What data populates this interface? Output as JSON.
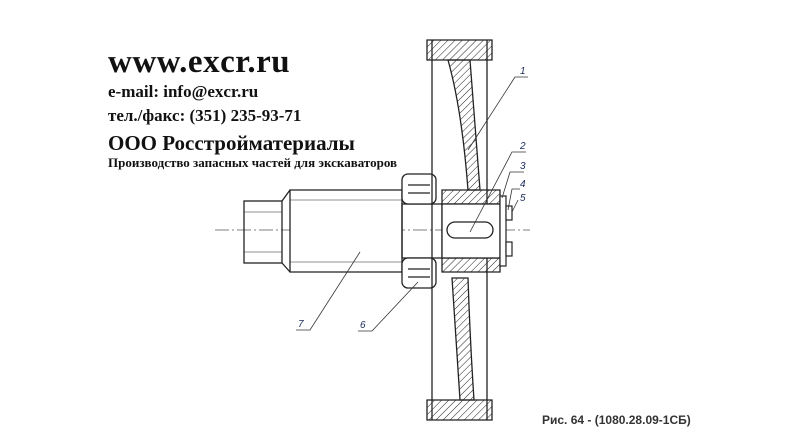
{
  "header": {
    "site": "www.excr.ru",
    "email": "e-mail: info@excr.ru",
    "phone": "тел./факс: (351) 235-93-71",
    "company": "ООО Росстройматериалы",
    "tagline": "Производство запасных частей для экскаваторов"
  },
  "caption": "Рис. 64 - (1080.28.09-1СБ)",
  "callouts": [
    "1",
    "2",
    "3",
    "4",
    "5",
    "6",
    "7"
  ]
}
